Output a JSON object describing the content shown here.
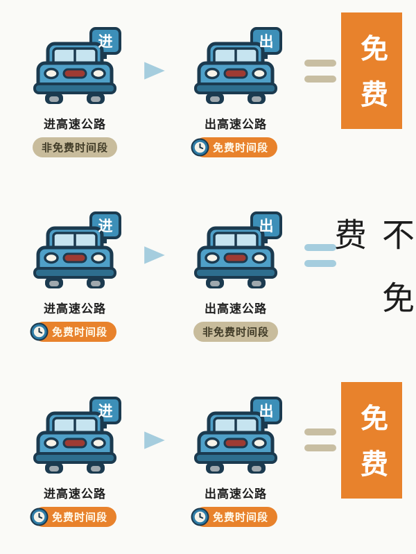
{
  "colors": {
    "orange": "#E8822C",
    "tan": "#C8BC9C",
    "arrow_blue": "#A5CDDE",
    "equals_tan": "#C8BEA2",
    "equals_blue": "#A5CDDE",
    "car_blue": "#4FA0C8",
    "bumper_blue": "#2E6E8E",
    "sign_blue": "#3D8FB8",
    "clock_blue": "#2E7CA6",
    "outline": "#1B3A4F"
  },
  "rows": [
    {
      "enter": {
        "badge": "进",
        "label": "进高速公路",
        "time": "非免费时间段"
      },
      "exit": {
        "badge": "出",
        "label": "出高速公路",
        "time": "免费时间段"
      },
      "result": {
        "text": "免费"
      }
    },
    {
      "enter": {
        "badge": "进",
        "label": "进高速公路",
        "time": "免费时间段"
      },
      "exit": {
        "badge": "出",
        "label": "出高速公路",
        "time": "非免费时间段"
      },
      "result": {
        "text": "不免费"
      }
    },
    {
      "enter": {
        "badge": "进",
        "label": "进高速公路",
        "time": "免费时间段"
      },
      "exit": {
        "badge": "出",
        "label": "出高速公路",
        "time": "免费时间段"
      },
      "result": {
        "text": "免费"
      }
    }
  ]
}
